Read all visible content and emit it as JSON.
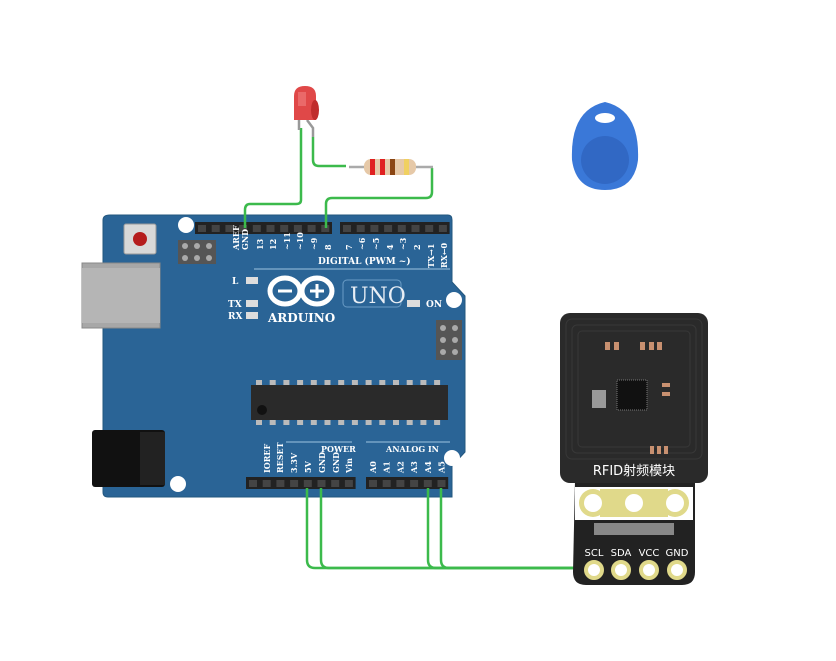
{
  "arduino": {
    "brand": "ARDUINO",
    "model": "UNO",
    "digital_label": "DIGITAL (PWM ~)",
    "digital_pins": [
      "AREF",
      "GND",
      "13",
      "12",
      "~11",
      "~10",
      "~9",
      "8",
      "7",
      "~6",
      "~5",
      "4",
      "~3",
      "2",
      "TX→1",
      "RX←0"
    ],
    "led_labels": {
      "l": "L",
      "tx": "TX",
      "rx": "RX",
      "on": "ON"
    },
    "power_label": "POWER",
    "analog_label": "ANALOG IN",
    "power_pins": [
      "IOREF",
      "RESET",
      "3.3V",
      "5V",
      "GND",
      "GND",
      "Vin"
    ],
    "analog_pins": [
      "A0",
      "A1",
      "A2",
      "A3",
      "A4",
      "A5"
    ]
  },
  "rfid": {
    "title": "RFID射频模块",
    "pins": [
      "SCL",
      "SDA",
      "VCC",
      "GND"
    ]
  },
  "colors": {
    "board": "#2a6496",
    "wire": "#3cba4c",
    "module": "#222222",
    "pad": "#e0d98a",
    "tag": "#3a78d8"
  }
}
